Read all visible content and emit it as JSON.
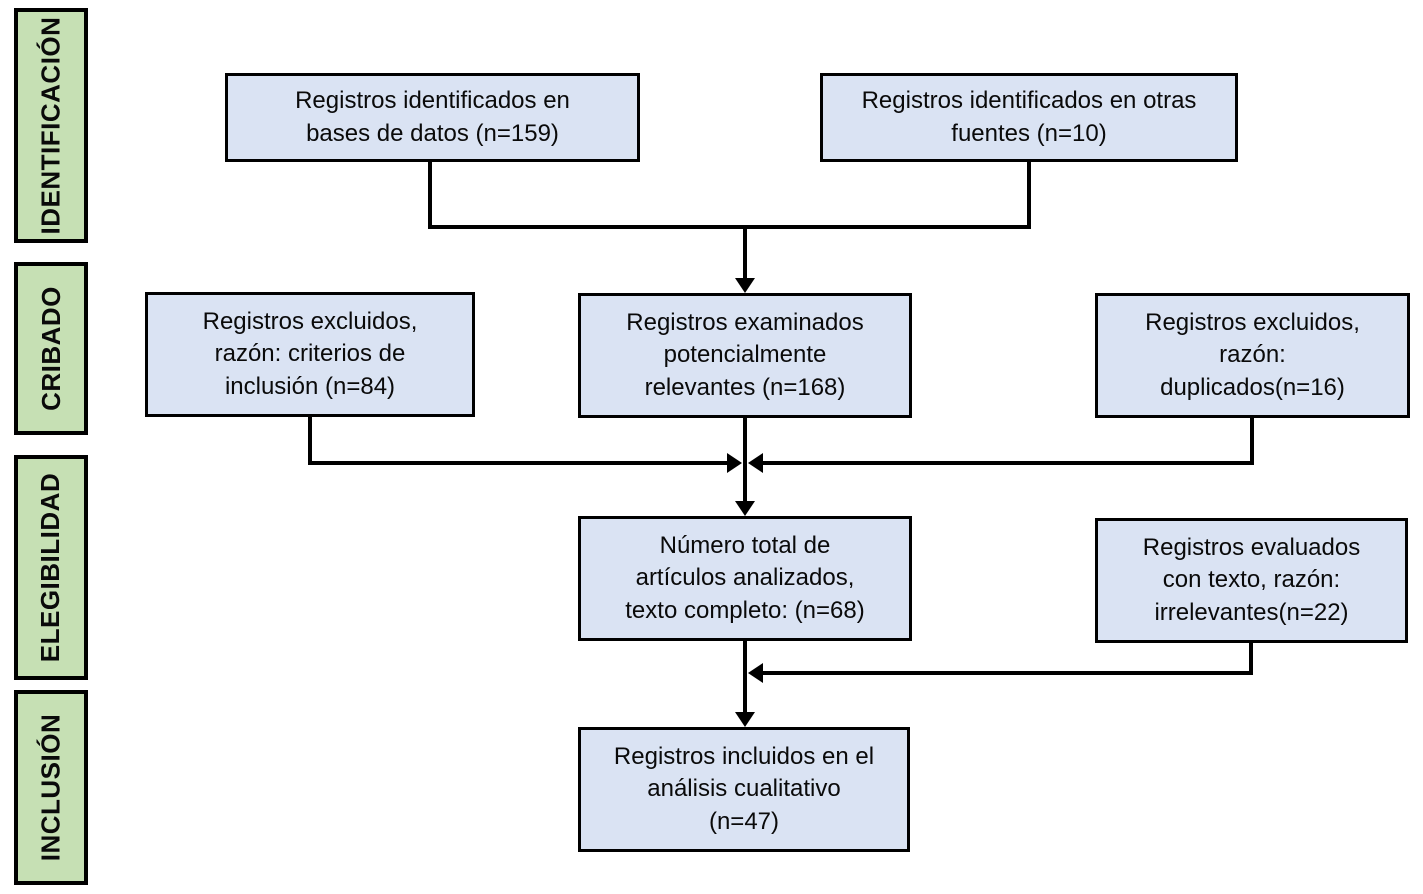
{
  "colors": {
    "background": "#ffffff",
    "stage_fill": "#c6e0b4",
    "box_fill": "#dae3f3",
    "border": "#000000",
    "text": "#0a0a0a"
  },
  "sidebar": {
    "stages": [
      {
        "id": "identificacion",
        "label": "IDENTIFICACIÓN"
      },
      {
        "id": "cribado",
        "label": "CRIBADO"
      },
      {
        "id": "elegibilidad",
        "label": "ELEGIBILIDAD"
      },
      {
        "id": "inclusion",
        "label": "INCLUSIÓN"
      }
    ]
  },
  "boxes": [
    {
      "id": "identified-databases",
      "n": 159,
      "text": "Registros identificados en\nbases de datos (n=159)"
    },
    {
      "id": "identified-other-sources",
      "n": 10,
      "text": "Registros identificados en otras\nfuentes (n=10)"
    },
    {
      "id": "excluded-inclusion-criteria",
      "n": 84,
      "text": "Registros excluidos,\nrazón: criterios de\ninclusión (n=84)"
    },
    {
      "id": "screened-potentially-relevant",
      "n": 168,
      "text": "Registros examinados\npotencialmente\nrelevantes (n=168)"
    },
    {
      "id": "excluded-duplicates",
      "n": 16,
      "text": "Registros excluidos,\nrazón:\nduplicados(n=16)"
    },
    {
      "id": "fulltext-analyzed",
      "n": 68,
      "text": "Número total de\nartículos analizados,\ntexto completo: (n=68)"
    },
    {
      "id": "evaluated-irrelevant",
      "n": 22,
      "text": "Registros evaluados\ncon texto, razón:\nirrelevantes(n=22)"
    },
    {
      "id": "included-qualitative",
      "n": 47,
      "text": "Registros incluidos en el\nanálisis cualitativo\n(n=47)"
    }
  ]
}
